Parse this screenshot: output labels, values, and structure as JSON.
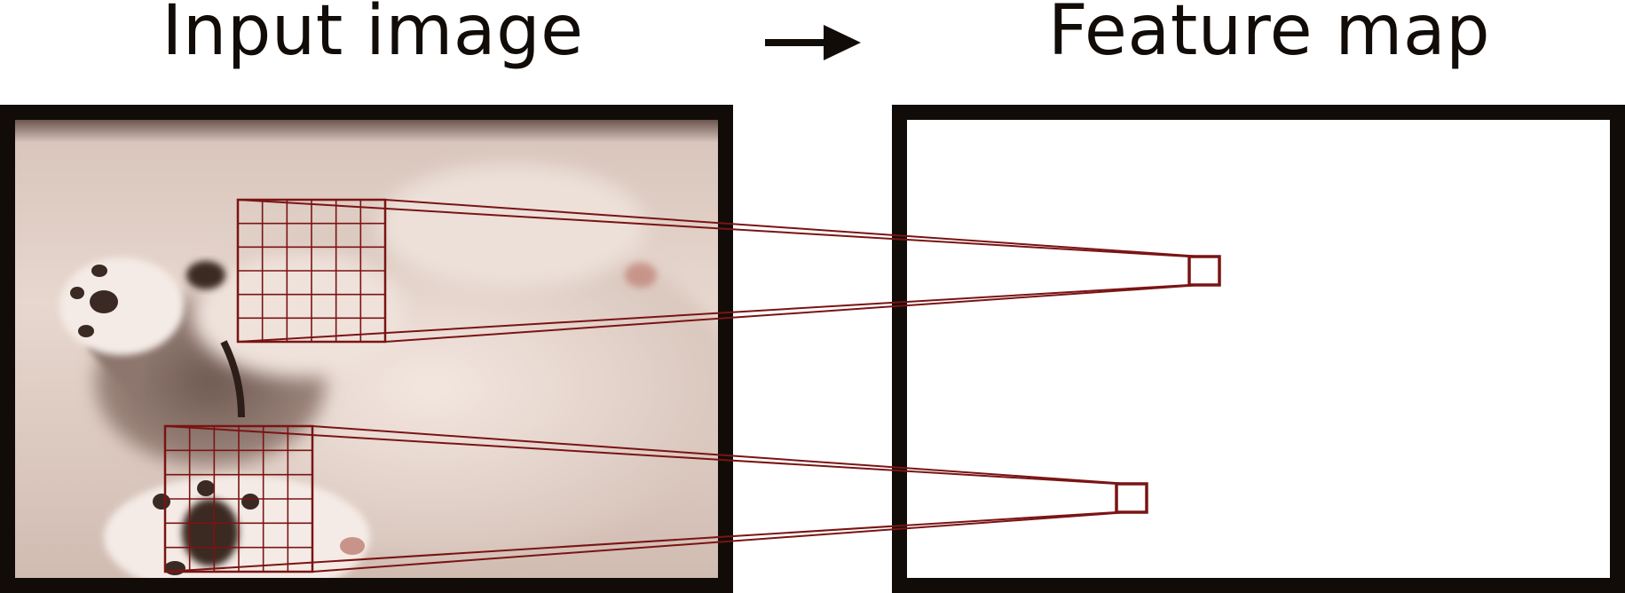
{
  "titles": {
    "input": "Input image",
    "output": "Feature map"
  },
  "icons": {
    "flow_arrow": "right-arrow-icon"
  },
  "colors": {
    "frame": "#120c08",
    "receptive_field": "#7a1414",
    "sepia_light": "#e9d6cb",
    "sepia_dark": "#3b2a24"
  },
  "image": {
    "subject": "kitten-photo"
  },
  "receptive_fields": [
    {
      "kernel_rows": 6,
      "kernel_cols": 6,
      "output_cells": 1
    },
    {
      "kernel_rows": 6,
      "kernel_cols": 6,
      "output_cells": 1
    }
  ]
}
